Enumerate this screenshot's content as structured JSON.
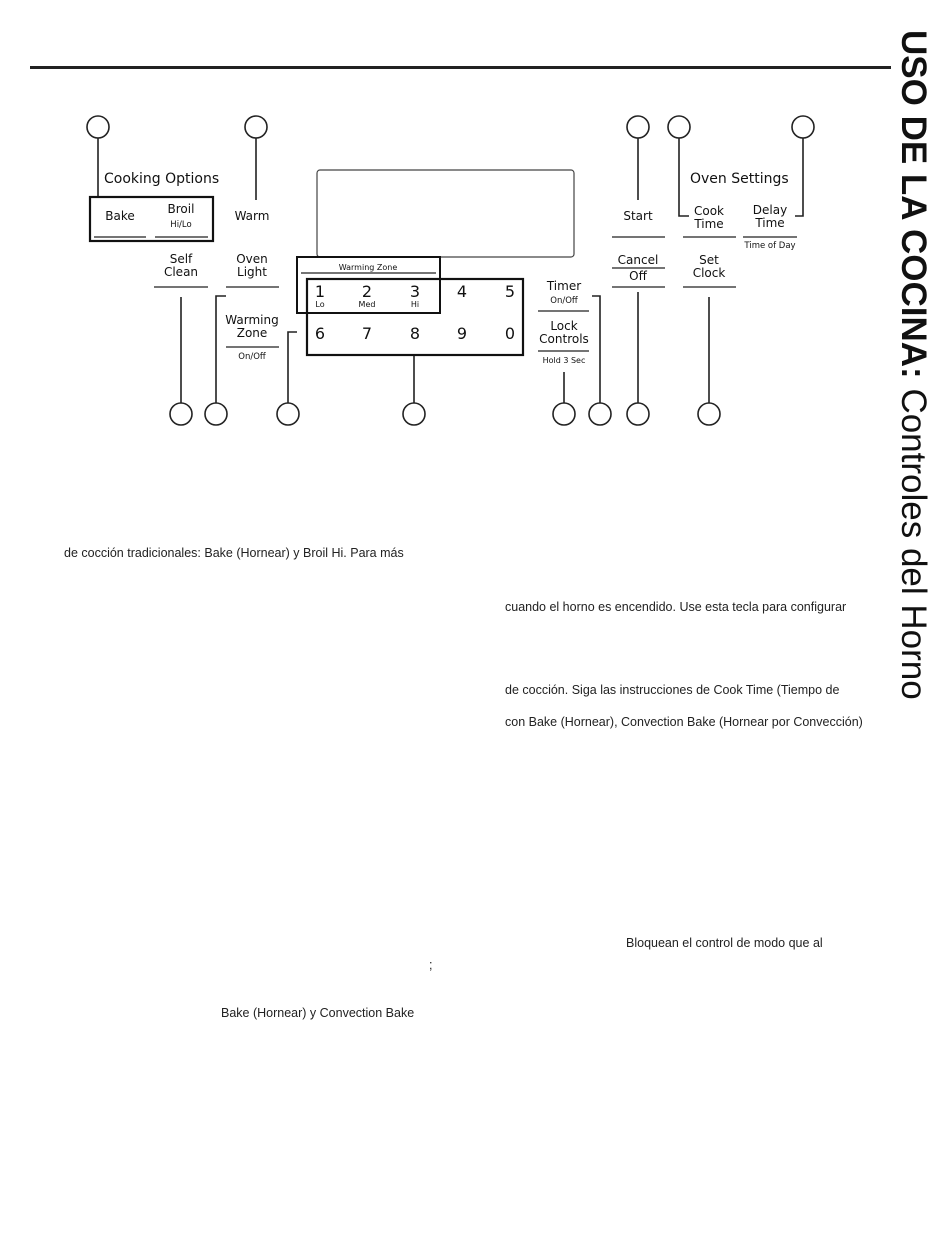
{
  "header": {
    "title_bold": "USO DE LA COCINA:",
    "title_light": "Controles del Horno"
  },
  "control_panel": {
    "cooking_options_label": "Cooking Options",
    "oven_settings_label": "Oven Settings",
    "warming_zone_header": "Warming Zone",
    "keys": {
      "bake": "Bake",
      "broil": "Broil",
      "broil_sub": "Hi/Lo",
      "warm": "Warm",
      "self": "Self",
      "clean": "Clean",
      "oven": "Oven",
      "light": "Light",
      "warming": "Warming",
      "zone": "Zone",
      "onoff": "On/Off",
      "start": "Start",
      "cook": "Cook",
      "cook_time": "Time",
      "delay": "Delay",
      "delay_time": "Time",
      "time_of_day": "Time of Day",
      "cancel": "Cancel",
      "off": "Off",
      "set": "Set",
      "clock": "Clock",
      "timer": "Timer",
      "timer_onoff": "On/Off",
      "lock": "Lock",
      "controls": "Controls",
      "hold": "Hold 3 Sec"
    },
    "keypad": {
      "row1": [
        "1",
        "2",
        "3",
        "4",
        "5"
      ],
      "row1_sub": [
        "Lo",
        "Med",
        "Hi",
        "",
        ""
      ],
      "row2": [
        "6",
        "7",
        "8",
        "9",
        "0"
      ]
    }
  },
  "text_fragments": {
    "left1": "de cocción tradicionales: Bake (Hornear) y Broil Hi. Para más",
    "left2": ";",
    "left3": "Bake (Hornear) y Convection Bake",
    "right1": "cuando el horno es encendido. Use esta tecla para configurar",
    "right2": "de cocción. Siga las instrucciones de Cook Time (Tiempo de",
    "right3": "con Bake (Hornear), Convection Bake (Hornear por Convección)",
    "right4": "Bloquean el control de modo que al"
  }
}
